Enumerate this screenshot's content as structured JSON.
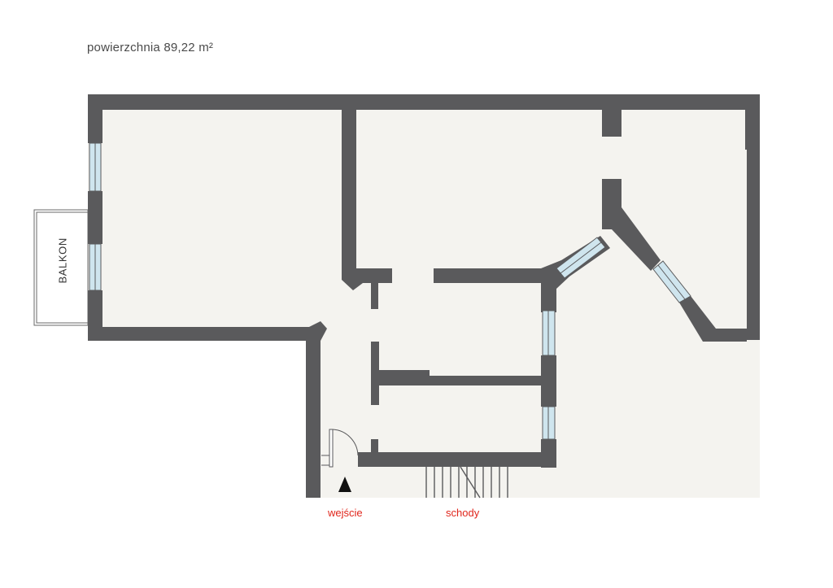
{
  "header": {
    "area_text": "powierzchnia 89,22 m²"
  },
  "plan": {
    "balcony_label": "BALKON",
    "entrance_label": "wejście",
    "stairs_label": "schody"
  },
  "colors": {
    "wall": "#5a5a5c",
    "floor": "#f4f3ef",
    "window": "#cfe5ee",
    "label_red": "#e0261c",
    "text": "#4a4a4a"
  }
}
